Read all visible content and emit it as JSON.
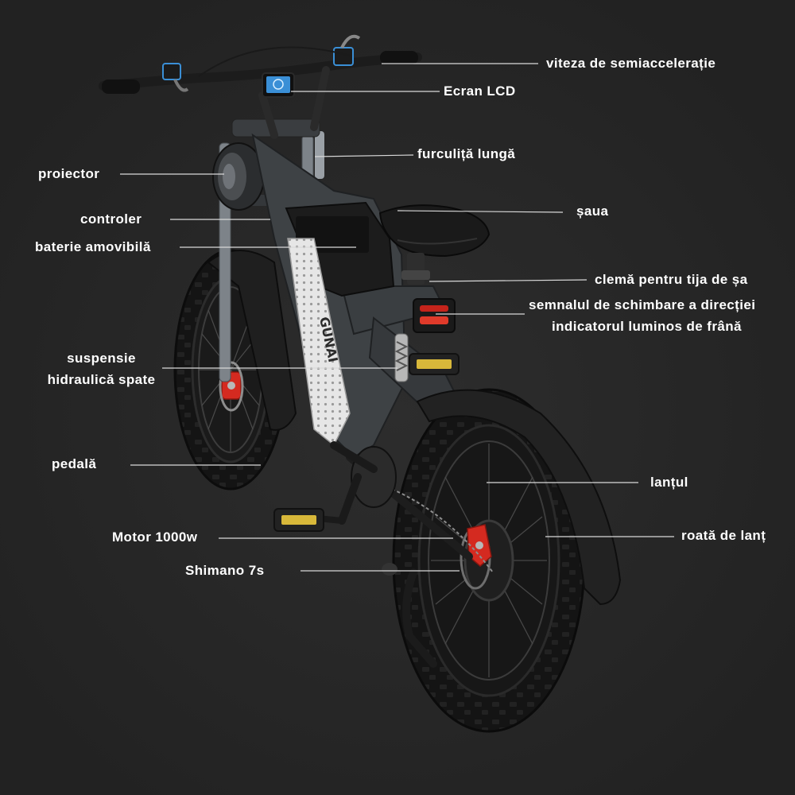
{
  "colors": {
    "background": "#262626",
    "frame": "#3e4245",
    "tire": "#151515",
    "label": "#ffffff",
    "leader": "#d9d9d9",
    "caliper": "#d42a20",
    "battery_panel": "#e9e9e9",
    "lcd": "#3a8fd6"
  },
  "icons": [
    "lcd-display-icon",
    "headlight-icon",
    "brake-caliper-icon",
    "pedal-icon"
  ],
  "bike_logo_text": "GUNAI",
  "callouts": [
    {
      "id": "throttle",
      "lines": [
        "viteza de semiaccelerație"
      ]
    },
    {
      "id": "lcd",
      "lines": [
        "Ecran LCD"
      ]
    },
    {
      "id": "fork",
      "lines": [
        "furculiță lungă"
      ]
    },
    {
      "id": "headlight",
      "lines": [
        "proiector"
      ]
    },
    {
      "id": "controller",
      "lines": [
        "controler"
      ]
    },
    {
      "id": "saddle",
      "lines": [
        "șaua"
      ]
    },
    {
      "id": "battery",
      "lines": [
        "baterie amovibilă"
      ]
    },
    {
      "id": "seatclamp",
      "lines": [
        "clemă pentru tija de șa"
      ]
    },
    {
      "id": "turnsignal",
      "lines": [
        "semnalul de schimbare a direcției"
      ]
    },
    {
      "id": "brakelight",
      "lines": [
        "indicatorul luminos de frână"
      ]
    },
    {
      "id": "suspension",
      "lines": [
        "suspensie",
        "hidraulică spate"
      ]
    },
    {
      "id": "pedal",
      "lines": [
        "pedală"
      ]
    },
    {
      "id": "chain",
      "lines": [
        "lanțul"
      ]
    },
    {
      "id": "motor",
      "lines": [
        "Motor 1000w"
      ]
    },
    {
      "id": "sprocket",
      "lines": [
        "roată de lanț"
      ]
    },
    {
      "id": "shimano",
      "lines": [
        "Shimano 7s"
      ]
    }
  ]
}
